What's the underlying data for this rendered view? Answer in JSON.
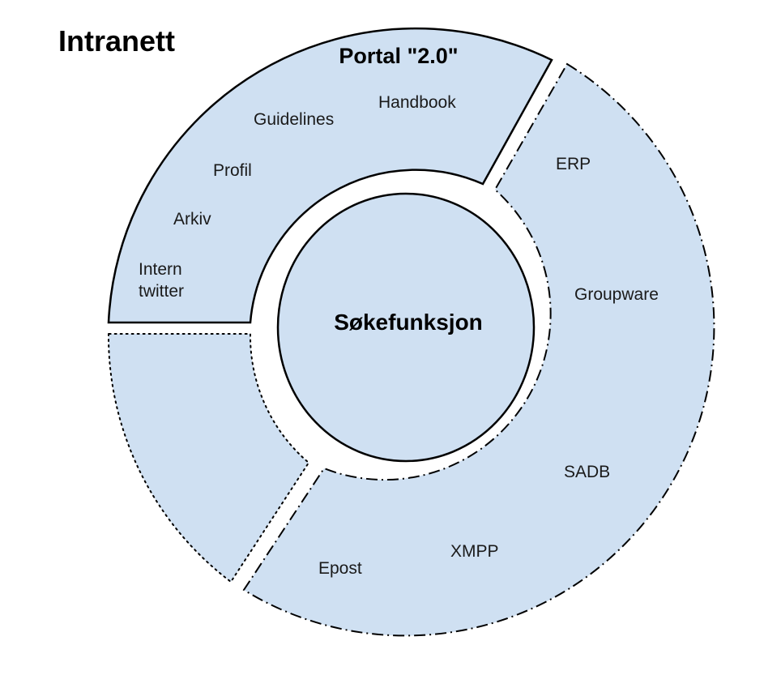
{
  "title": "Intranett",
  "center": {
    "label": "Søkefunksjon"
  },
  "portal": {
    "heading": "Portal \"2.0\"",
    "items": [
      "Handbook",
      "Guidelines",
      "Profil",
      "Arkiv",
      "Intern",
      "twitter"
    ]
  },
  "systems": {
    "items": [
      "ERP",
      "Groupware",
      "SADB",
      "XMPP",
      "Epost"
    ]
  },
  "colors": {
    "fill": "#cfe0f2",
    "stroke": "#000000",
    "text": "#1a1a1a",
    "background": "#ffffff"
  }
}
